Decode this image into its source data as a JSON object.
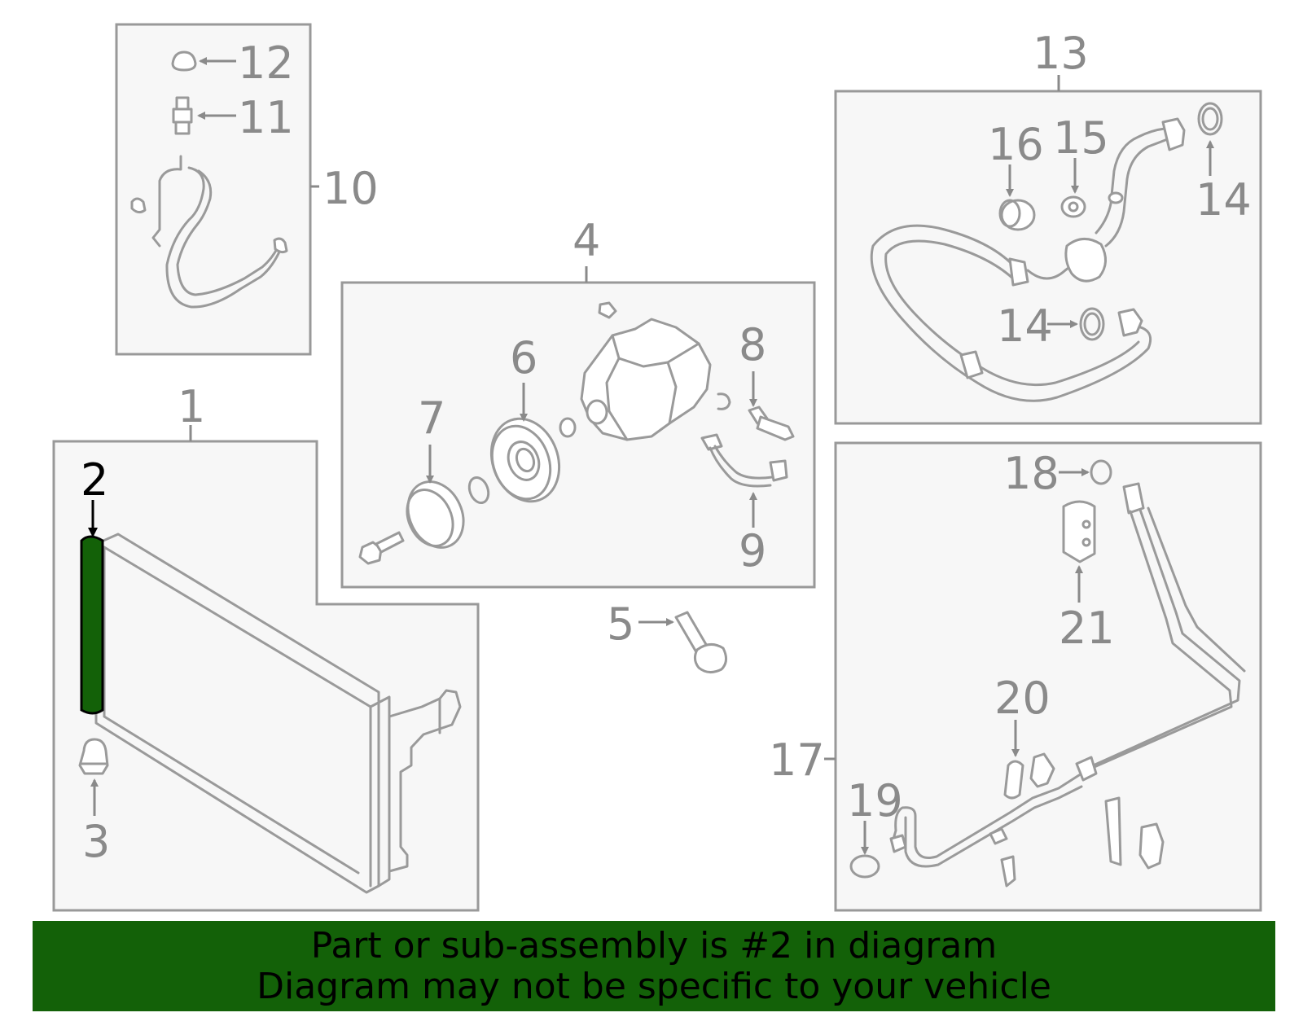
{
  "diagram": {
    "highlight_color": "#136108",
    "highlighted_part": "2",
    "labels": {
      "p1": "1",
      "p2": "2",
      "p3": "3",
      "p4": "4",
      "p5": "5",
      "p6": "6",
      "p7": "7",
      "p8": "8",
      "p9": "9",
      "p10": "10",
      "p11": "11",
      "p12": "12",
      "p13": "13",
      "p14a": "14",
      "p14b": "14",
      "p15": "15",
      "p16": "16",
      "p17": "17",
      "p18": "18",
      "p19": "19",
      "p20": "20",
      "p21": "21"
    }
  },
  "banner": {
    "line1": "Part or sub-assembly is #2 in diagram",
    "line2": "Diagram may not be specific to your vehicle"
  }
}
